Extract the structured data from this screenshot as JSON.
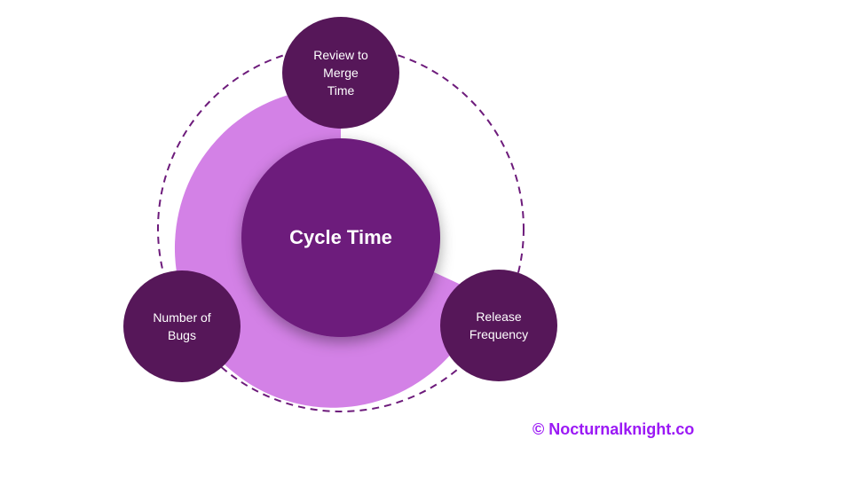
{
  "diagram": {
    "center": {
      "label": "Cycle Time"
    },
    "nodes": [
      {
        "id": "review",
        "lines": [
          "Review to",
          "Merge",
          "Time"
        ]
      },
      {
        "id": "release",
        "lines": [
          "Release",
          "Frequency"
        ]
      },
      {
        "id": "bugs",
        "lines": [
          "Number of",
          "Bugs"
        ]
      }
    ],
    "colors": {
      "node_fill": "#561759",
      "center_fill": "#6d1b7b",
      "ring_fill": "#d381e6",
      "dashed_ring": "#6d1b7b",
      "watermark": "#9b19f5"
    }
  },
  "watermark": {
    "text": "© Nocturnalknight.co"
  }
}
